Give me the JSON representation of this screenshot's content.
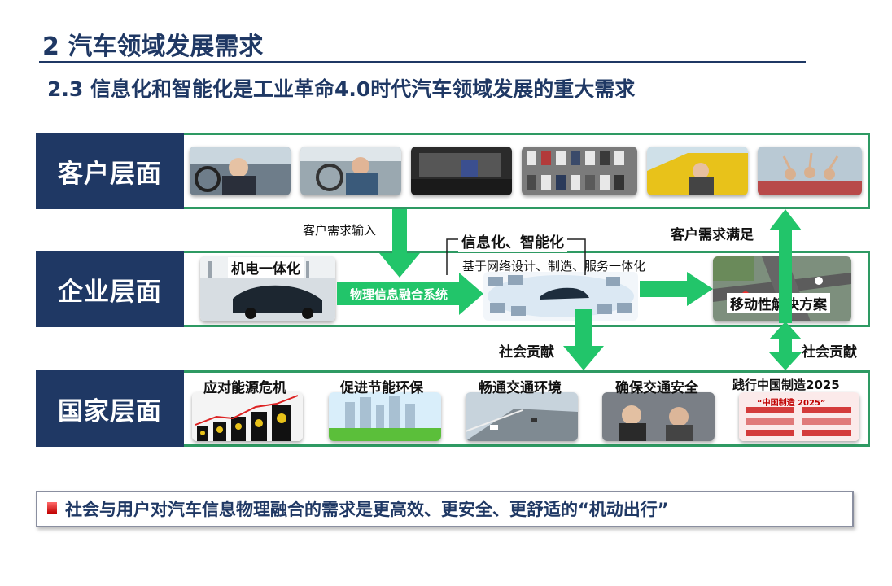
{
  "header": {
    "title": "2  汽车领域发展需求",
    "subtitle": "2.3  信息化和智能化是工业革命4.0时代汽车领域发展的重大需求"
  },
  "levels": {
    "customer": "客户层面",
    "enterprise": "企业层面",
    "nation": "国家层面"
  },
  "flow": {
    "customer_input": "客户需求输入",
    "customer_satisfied": "客户需求满足",
    "info_smart": "信息化、智能化",
    "network_design": "基于网络设计、制造、服务一体化",
    "mechatronics": "机电一体化",
    "cps": "物理信息融合系统",
    "mobility": "移动性解决方案",
    "social_contribution_1": "社会贡献",
    "social_contribution_2": "社会贡献"
  },
  "nation_items": [
    "应对能源危机",
    "促进节能环保",
    "畅通交通环境",
    "确保交通安全",
    "践行中国制造2025"
  ],
  "poster_text": "“中国制造 2025”",
  "conclusion": "社会与用户对汽车信息物理融合的需求是更高效、更安全、更舒适的“机动出行”",
  "colors": {
    "navy": "#1f3864",
    "green": "#2e9a63",
    "arrow_green": "#22c56a"
  }
}
